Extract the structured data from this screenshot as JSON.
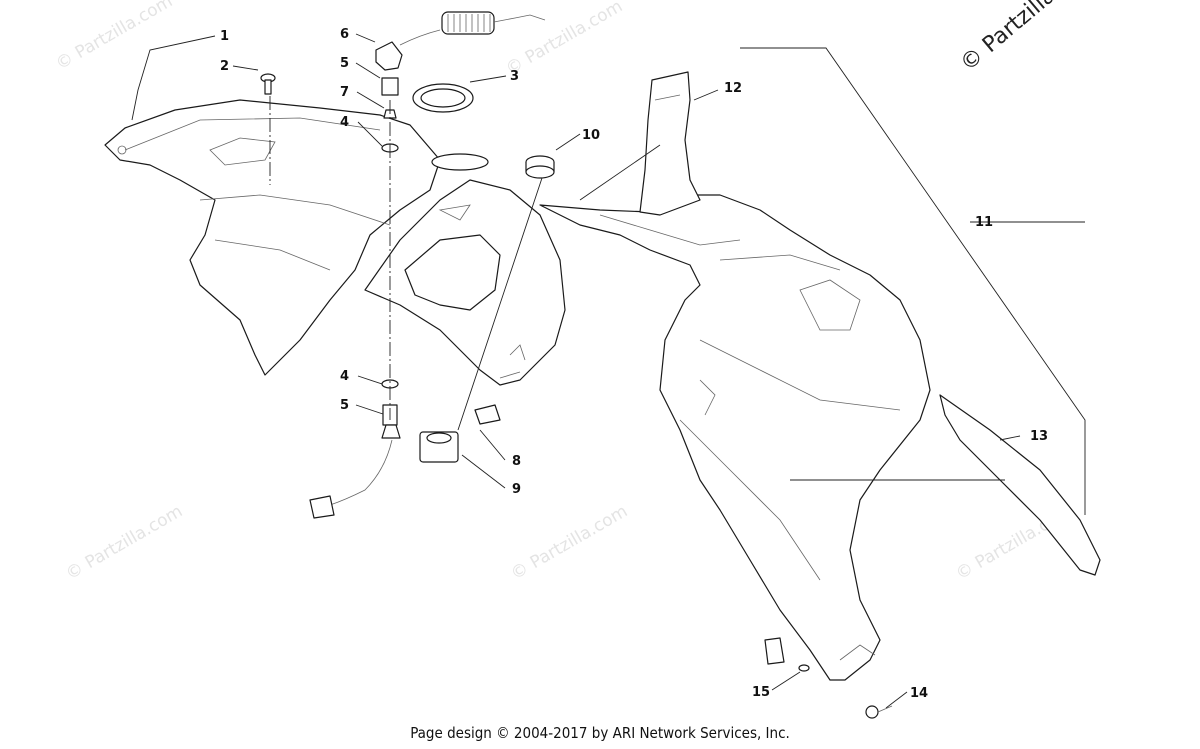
{
  "watermark": {
    "text": "© Partzilla.com",
    "corner_text": "© Partzilla.com"
  },
  "callouts": {
    "c1": "1",
    "c2": "2",
    "c3": "3",
    "c4a": "4",
    "c4b": "4",
    "c5a": "5",
    "c5b": "5",
    "c6": "6",
    "c7": "7",
    "c8": "8",
    "c9": "9",
    "c10": "10",
    "c11": "11",
    "c12": "12",
    "c13": "13",
    "c14": "14",
    "c15": "15"
  },
  "footer": {
    "text": "Page design © 2004-2017 by ARI Network Services, Inc."
  }
}
